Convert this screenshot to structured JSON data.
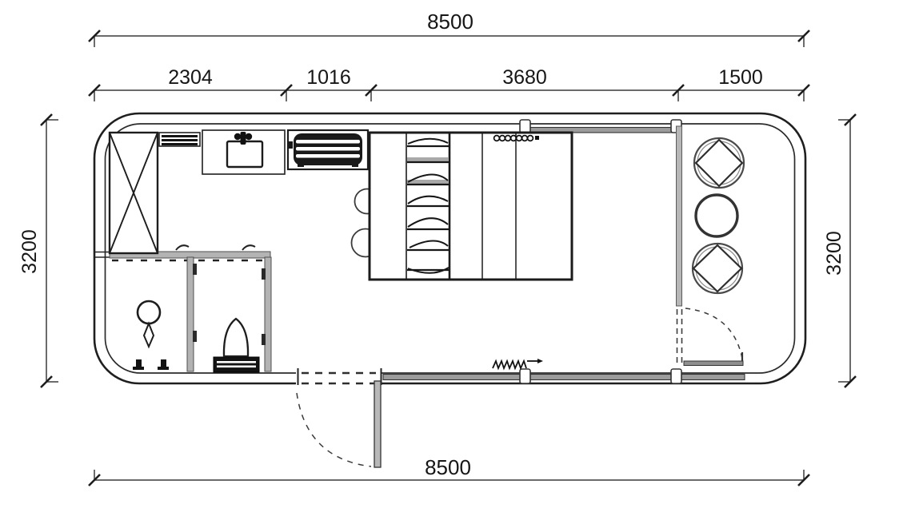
{
  "drawing": {
    "type": "floor-plan",
    "dimensions": {
      "overall_width_top": "8500",
      "overall_width_bottom": "8500",
      "overall_depth_left": "3200",
      "overall_depth_right": "3200",
      "segments": [
        {
          "label": "2304"
        },
        {
          "label": "1016"
        },
        {
          "label": "3680"
        },
        {
          "label": "1500"
        }
      ]
    },
    "colors": {
      "line": "#1d1d1d",
      "dim_line": "#3a3a3a",
      "wall_gray": "#b3b3b3",
      "glass_gray": "#b7b7b7",
      "window_band": "#9c9c9c",
      "dark_fill": "#151515",
      "background": "#ffffff"
    }
  }
}
